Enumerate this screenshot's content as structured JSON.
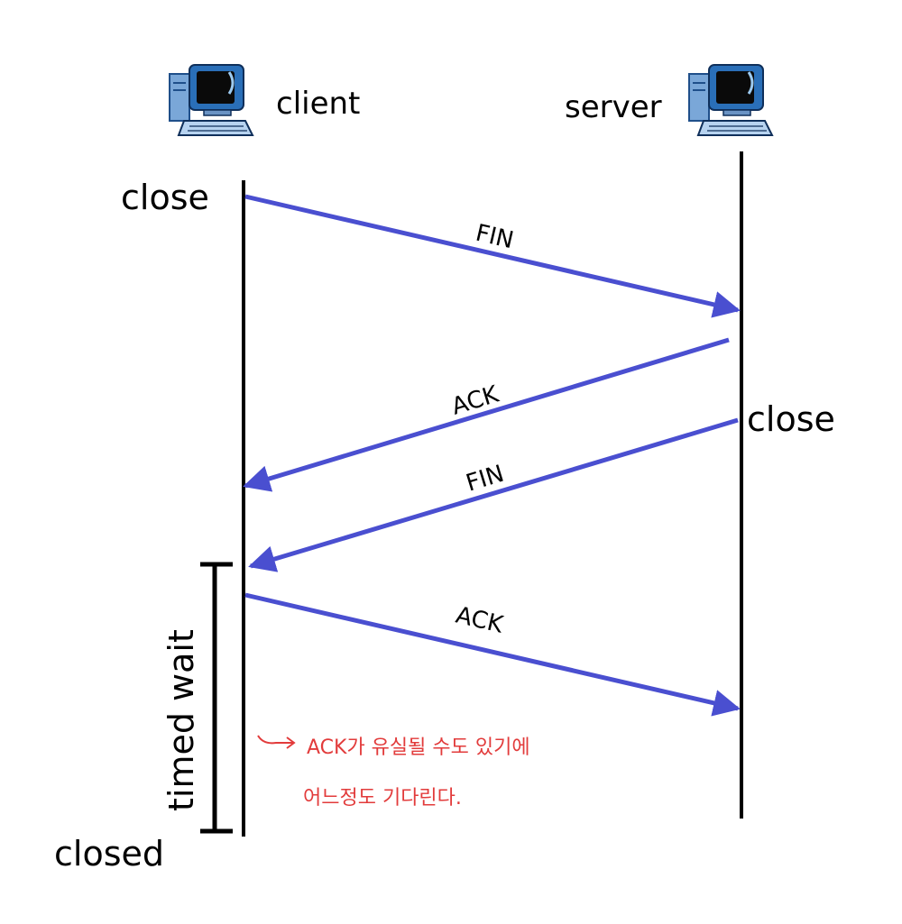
{
  "participants": {
    "client": {
      "label": "client",
      "icon": "computer-icon"
    },
    "server": {
      "label": "server",
      "icon": "computer-icon"
    }
  },
  "events": {
    "client_close": "close",
    "server_close": "close",
    "client_closed": "closed"
  },
  "messages": [
    {
      "label": "FIN",
      "from": "client",
      "to": "server"
    },
    {
      "label": "ACK",
      "from": "server",
      "to": "client"
    },
    {
      "label": "FIN",
      "from": "server",
      "to": "client"
    },
    {
      "label": "ACK",
      "from": "client",
      "to": "server"
    }
  ],
  "timed_wait": {
    "label": "timed wait"
  },
  "annotation": {
    "line1": "ACK가 유실될 수도 있기에",
    "line2": "어느정도 기다린다."
  },
  "colors": {
    "arrow": "#4a4fd0",
    "lifeline": "#000000",
    "annotation": "#e23b3b",
    "monitor_frame": "#2a6fb8",
    "monitor_screen": "#0a0a0a"
  }
}
